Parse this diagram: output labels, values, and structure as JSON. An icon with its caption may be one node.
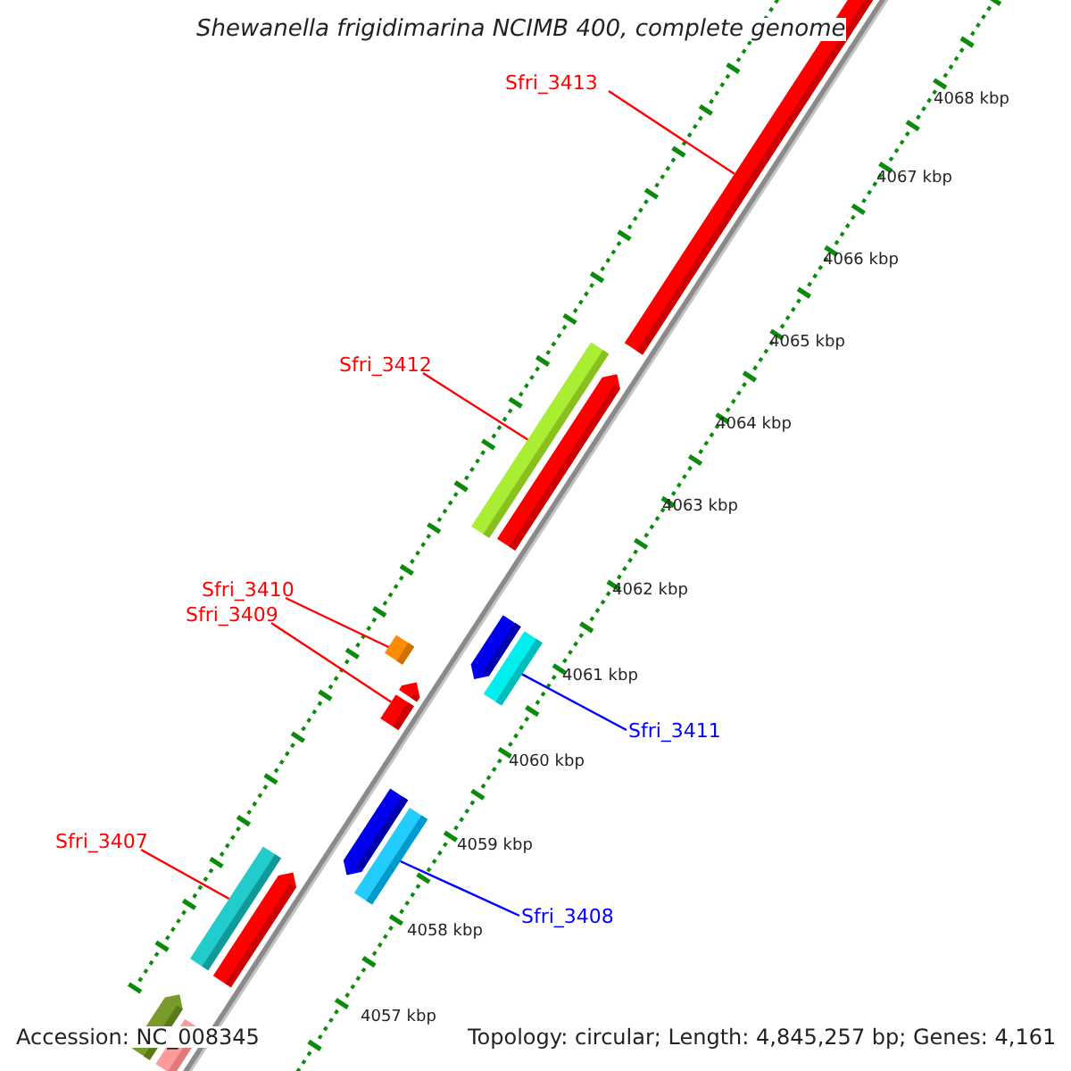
{
  "diagram": {
    "title": "Shewanella frigidimarina NCIMB 400, complete genome",
    "nodes": [
      {
        "text": [
          "Sfri_3413"
        ]
      },
      {
        "text": [],
        "shape": "bar"
      },
      {
        "text": [
          "Sfri_3412"
        ]
      },
      {
        "text": [],
        "shape": "bar"
      },
      {
        "text": [
          "Sfri_3410"
        ]
      },
      {
        "text": [],
        "shape": "bar"
      },
      {
        "text": [
          "Sfri_3409"
        ]
      },
      {
        "text": [],
        "shape": "bar"
      },
      {
        "text": [
          "Sfri_3411"
        ]
      },
      {
        "text": [],
        "shape": "bar"
      },
      {
        "text": [
          "Sfri_3407"
        ]
      },
      {
        "text": [],
        "shape": "bar"
      },
      {
        "text": [
          "Sfri_3408"
        ]
      },
      {
        "text": [],
        "shape": "bar"
      }
    ],
    "edges": [
      {
        "from": 0,
        "to": 1,
        "arrow": "none"
      },
      {
        "from": 2,
        "to": 3,
        "arrow": "none"
      },
      {
        "from": 4,
        "to": 5,
        "arrow": "none"
      },
      {
        "from": 6,
        "to": 7,
        "arrow": "none"
      },
      {
        "from": 8,
        "to": 9,
        "arrow": "none",
        "color": "#0000ff"
      },
      {
        "from": 10,
        "to": 11,
        "arrow": "none"
      },
      {
        "from": 12,
        "to": 13,
        "arrow": "none",
        "color": "#0000ff"
      }
    ],
    "labels": [
      "4068 kbp",
      "4067 kbp",
      "4066 kbp",
      "4065 kbp",
      "4064 kbp",
      "4063 kbp",
      "4062 kbp",
      "4061 kbp",
      "4060 kbp",
      "4059 kbp",
      "4058 kbp",
      "4057 kbp",
      "Accession: NC_008345",
      "Topology: circular; Length: 4,845,257 bp; Genes: 4,161"
    ]
  }
}
